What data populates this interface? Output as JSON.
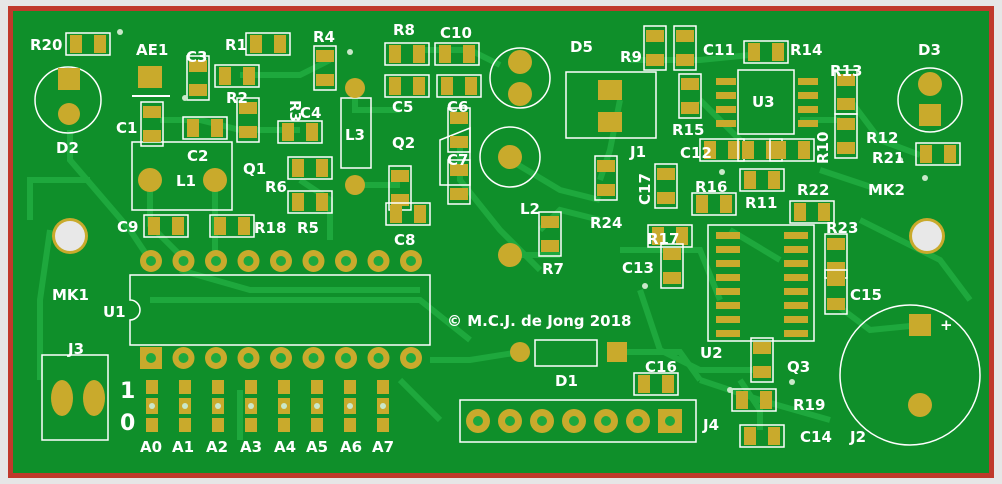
{
  "board": {
    "copyright": "© M.C.J. de Jong 2018",
    "colors": {
      "border": "#c0392b",
      "mask": "#0f8f2a",
      "track": "#1ea83d",
      "pad": "#c9aa2c",
      "hole": "#e8e8e8",
      "silk": "#ffffff",
      "outer": "#e6e6e6"
    }
  },
  "labels": {
    "r20": "R20",
    "ae1": "AE1",
    "c3": "C3",
    "r1": "R1",
    "r4": "R4",
    "r8": "R8",
    "c10": "C10",
    "d5": "D5",
    "r9": "R9",
    "c11": "C11",
    "r14": "R14",
    "d3": "D3",
    "r3": "R3",
    "r2": "R2",
    "c5": "C5",
    "c6": "C6",
    "r13": "R13",
    "u3": "U3",
    "d2": "D2",
    "c1": "C1",
    "c2": "C2",
    "c4": "C4",
    "l3": "L3",
    "c7": "C7",
    "q2": "Q2",
    "l1": "L1",
    "q1": "Q1",
    "r6": "R6",
    "r15": "R15",
    "j1": "J1",
    "c12": "C12",
    "r10": "R10",
    "r12": "R12",
    "r21": "R21",
    "mk2": "MK2",
    "c17": "C17",
    "r16": "R16",
    "r11": "R11",
    "r22": "R22",
    "l2": "L2",
    "r5": "R5",
    "c9": "C9",
    "r18": "R18",
    "c8": "C8",
    "r24": "R24",
    "r17": "R17",
    "r23": "R23",
    "c13": "C13",
    "r7": "R7",
    "mk1": "MK1",
    "u1": "U1",
    "c15": "C15",
    "u2": "U2",
    "plus": "+",
    "j3": "J3",
    "d1": "D1",
    "c16": "C16",
    "q3": "Q3",
    "one": "1",
    "zero": "0",
    "r19": "R19",
    "j4": "J4",
    "c14": "C14",
    "j2": "J2",
    "a0": "A0",
    "a1": "A1",
    "a2": "A2",
    "a3": "A3",
    "a4": "A4",
    "a5": "A5",
    "a6": "A6",
    "a7": "A7"
  }
}
